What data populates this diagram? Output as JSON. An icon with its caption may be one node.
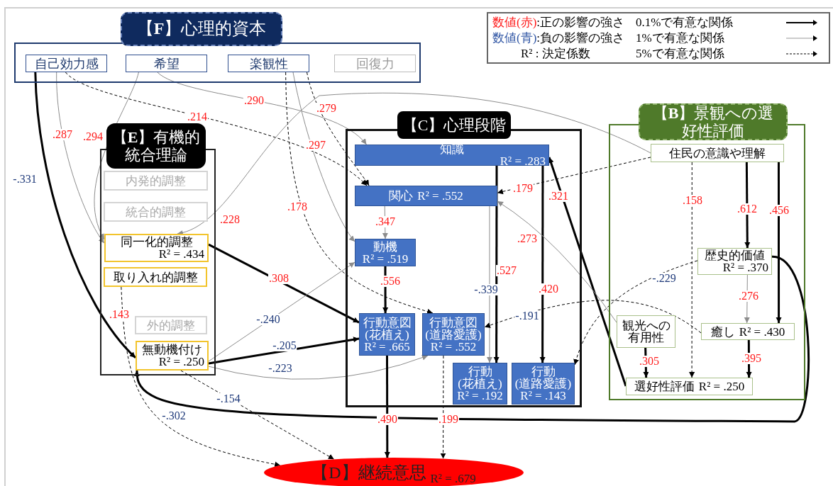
{
  "diagram": {
    "nodes": [
      {
        "text": [
          "【**F**】心理的資本"
        ]
      },
      {
        "text": [
          "自己効力感"
        ],
        "in": 0
      },
      {
        "text": [
          "希望"
        ],
        "in": 0
      },
      {
        "text": [
          "楽観性"
        ],
        "in": 0
      },
      {
        "text": [
          "回復力"
        ],
        "in": 0
      },
      {
        "text": [
          "【**E**】有機的統合理論"
        ]
      },
      {
        "text": [
          "内発的調整"
        ],
        "in": 5
      },
      {
        "text": [
          "統合的調整"
        ],
        "in": 5
      },
      {
        "text": [
          "同一化的調整",
          "R² = .434"
        ],
        "in": 5
      },
      {
        "text": [
          "取り入れ的調整"
        ],
        "in": 5
      },
      {
        "text": [
          "外的調整"
        ],
        "in": 5
      },
      {
        "text": [
          "無動機付け",
          "R² = .250"
        ],
        "in": 5
      },
      {
        "text": [
          "【C】心理段階"
        ]
      },
      {
        "text": [
          "知識",
          "R² = .283"
        ],
        "in": 12
      },
      {
        "text": [
          "関心",
          "R² = .552"
        ],
        "in": 12
      },
      {
        "text": [
          "動機",
          "R² = .519"
        ],
        "in": 12
      },
      {
        "text": [
          "行動意図(花植え)",
          "R² = .665"
        ],
        "in": 12
      },
      {
        "text": [
          "行動意図(道路愛護)",
          "R² = .552"
        ],
        "in": 12
      },
      {
        "text": [
          "行動(花植え)",
          "R² = .192"
        ],
        "in": 12
      },
      {
        "text": [
          "行動(道路愛護)",
          "R² = .143"
        ],
        "in": 12
      },
      {
        "text": [
          "【**B**】景観への選好性評価"
        ]
      },
      {
        "text": [
          "住民の意識や理解"
        ],
        "in": 20
      },
      {
        "text": [
          "歴史的価値",
          "R² = .370"
        ],
        "in": 20
      },
      {
        "text": [
          "観光への有用性"
        ],
        "in": 20
      },
      {
        "text": [
          "癒し",
          "R² = .430"
        ],
        "in": 20
      },
      {
        "text": [
          "選好性評価",
          "R² = .250"
        ],
        "in": 20
      },
      {
        "text": [
          "【D】継続意思",
          "R² = .679"
        ]
      }
    ],
    "edges": [
      {
        "from": 1,
        "to": 11,
        "arrow": "to",
        "label": "-.331",
        "style": "thick"
      },
      {
        "from": 1,
        "to": 8,
        "arrow": "to",
        "label": ".287",
        "color": "#8c8c8c"
      },
      {
        "from": 1,
        "to": 14,
        "arrow": "to",
        "label": ".214",
        "style": "dashed"
      },
      {
        "from": 2,
        "to": 8,
        "arrow": "to",
        "label": ".294",
        "color": "#8c8c8c"
      },
      {
        "from": 2,
        "to": 13,
        "arrow": "to",
        "label": ".290",
        "color": "#8c8c8c"
      },
      {
        "from": 3,
        "to": 17,
        "arrow": "to",
        "label": ".178",
        "style": "dashed"
      },
      {
        "from": 3,
        "to": 14,
        "arrow": "to",
        "label": ".279",
        "style": "dashed"
      },
      {
        "from": 3,
        "to": 15,
        "arrow": "to",
        "label": ".297",
        "color": "#8c8c8c"
      },
      {
        "from": 21,
        "to": 8,
        "arrow": "to",
        "label": ".228",
        "color": "#8c8c8c"
      },
      {
        "from": 8,
        "to": 16,
        "arrow": "to",
        "label": ".308",
        "style": "thick"
      },
      {
        "from": 9,
        "to": 26,
        "arrow": "to",
        "label": ".143",
        "style": "dashed"
      },
      {
        "from": 11,
        "to": 15,
        "arrow": "to",
        "label": "-.240",
        "color": "#8c8c8c"
      },
      {
        "from": 11,
        "to": 16,
        "arrow": "to",
        "label": "-.205",
        "style": "thick"
      },
      {
        "from": 11,
        "to": 17,
        "arrow": "to",
        "label": "-.223",
        "color": "#8c8c8c"
      },
      {
        "from": 11,
        "to": 26,
        "arrow": "to",
        "label": "-.154",
        "style": "dashed"
      },
      {
        "from": 22,
        "to": 11,
        "arrow": "to",
        "label": "-.302",
        "style": "thick"
      },
      {
        "from": 14,
        "to": 15,
        "arrow": "to",
        "label": ".347",
        "color": "#8c8c8c"
      },
      {
        "from": 15,
        "to": 16,
        "arrow": "to",
        "label": ".556",
        "style": "thick"
      },
      {
        "from": 13,
        "to": 18,
        "arrow": "to",
        "label": ".527",
        "style": "thick"
      },
      {
        "from": 13,
        "to": 19,
        "arrow": "to",
        "label": ".420",
        "style": "thick"
      },
      {
        "from": 14,
        "to": 18,
        "arrow": "to",
        "label": "-.339",
        "color": "#8c8c8c"
      },
      {
        "from": 16,
        "to": 26,
        "arrow": "to",
        "label": ".490",
        "style": "thick"
      },
      {
        "from": 17,
        "to": 26,
        "arrow": "to",
        "label": ".199",
        "style": "dashed"
      },
      {
        "from": 21,
        "to": 14,
        "arrow": "to",
        "label": ".179",
        "style": "dashed"
      },
      {
        "from": 25,
        "to": 13,
        "arrow": "to",
        "label": ".321",
        "style": "thick"
      },
      {
        "from": 23,
        "to": 14,
        "arrow": "to",
        "label": ".273",
        "color": "#8c8c8c"
      },
      {
        "from": 24,
        "to": 17,
        "arrow": "to",
        "label": "-.191",
        "style": "dashed"
      },
      {
        "from": 22,
        "to": 19,
        "arrow": "to",
        "label": "-.229",
        "style": "dashed"
      },
      {
        "from": 21,
        "to": 22,
        "arrow": "to",
        "label": ".612",
        "style": "thick"
      },
      {
        "from": 21,
        "to": 24,
        "arrow": "to",
        "label": ".456",
        "style": "thick"
      },
      {
        "from": 21,
        "to": 25,
        "arrow": "to",
        "label": ".158",
        "style": "dashed"
      },
      {
        "from": 22,
        "to": 24,
        "arrow": "to",
        "label": ".276",
        "color": "#8c8c8c"
      },
      {
        "from": 23,
        "to": 25,
        "arrow": "to",
        "label": ".305",
        "style": "thick"
      },
      {
        "from": 24,
        "to": 25,
        "arrow": "to",
        "label": ".395",
        "style": "thick"
      }
    ],
    "labels": [
      "数値(赤):正の影響の強さ",
      "数値(青):負の影響の強さ",
      "R² : 決定係数"
    ],
    "legend": [
      {
        "text": "0.1%で有意な関係"
      },
      {
        "text": "1%で有意な関係"
      },
      {
        "text": "5%で有意な関係"
      }
    ]
  }
}
